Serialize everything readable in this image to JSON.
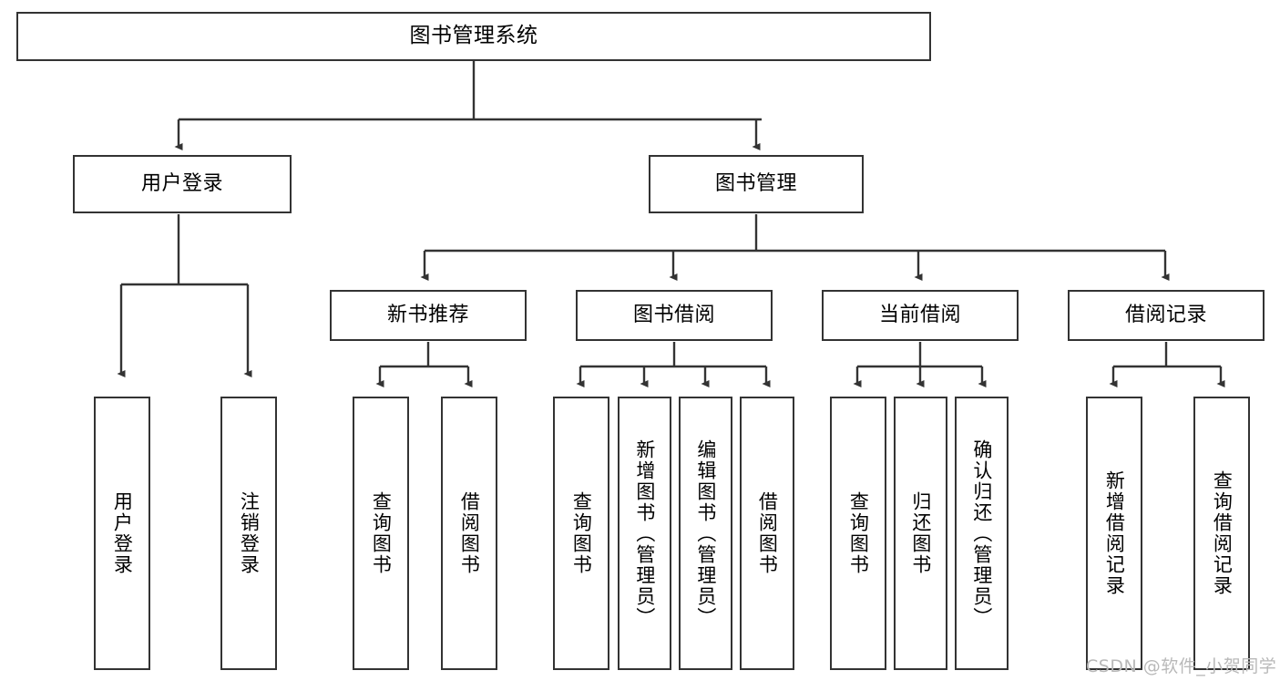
{
  "diagram": {
    "type": "tree-hierarchy",
    "title": "图书管理系统",
    "theme": {
      "border_color": "#333333",
      "background": "#ffffff",
      "text_color": "#000000",
      "watermark_color": "#b9b9b9"
    },
    "watermark": "CSDN @软件_小贺同学",
    "levels": {
      "level1": [
        {
          "id": "root",
          "label": "图书管理系统"
        }
      ],
      "level2": [
        {
          "id": "user-login",
          "label": "用户登录"
        },
        {
          "id": "book-manage",
          "label": "图书管理"
        }
      ],
      "level3": [
        {
          "id": "new-book-rec",
          "label": "新书推荐"
        },
        {
          "id": "book-borrow",
          "label": "图书借阅"
        },
        {
          "id": "current-borrow",
          "label": "当前借阅"
        },
        {
          "id": "borrow-record",
          "label": "借阅记录"
        }
      ],
      "level4": [
        {
          "id": "leaf-user-login",
          "label": "用户登录",
          "parent": "user-login"
        },
        {
          "id": "leaf-logout",
          "label": "注销登录",
          "parent": "user-login"
        },
        {
          "id": "leaf-query-book-1",
          "label": "查询图书",
          "parent": "new-book-rec"
        },
        {
          "id": "leaf-borrow-book-1",
          "label": "借阅图书",
          "parent": "new-book-rec"
        },
        {
          "id": "leaf-query-book-2",
          "label": "查询图书",
          "parent": "book-borrow"
        },
        {
          "id": "leaf-add-book",
          "label": "新增图书（管理员）",
          "parent": "book-borrow"
        },
        {
          "id": "leaf-edit-book",
          "label": "编辑图书（管理员）",
          "parent": "book-borrow"
        },
        {
          "id": "leaf-borrow-book-2",
          "label": "借阅图书",
          "parent": "book-borrow"
        },
        {
          "id": "leaf-query-book-3",
          "label": "查询图书",
          "parent": "current-borrow"
        },
        {
          "id": "leaf-return-book",
          "label": "归还图书",
          "parent": "current-borrow"
        },
        {
          "id": "leaf-confirm-return",
          "label": "确认归还（管理员）",
          "parent": "current-borrow"
        },
        {
          "id": "leaf-add-record",
          "label": "新增借阅记录",
          "parent": "borrow-record"
        },
        {
          "id": "leaf-query-record",
          "label": "查询借阅记录",
          "parent": "borrow-record"
        }
      ]
    }
  }
}
